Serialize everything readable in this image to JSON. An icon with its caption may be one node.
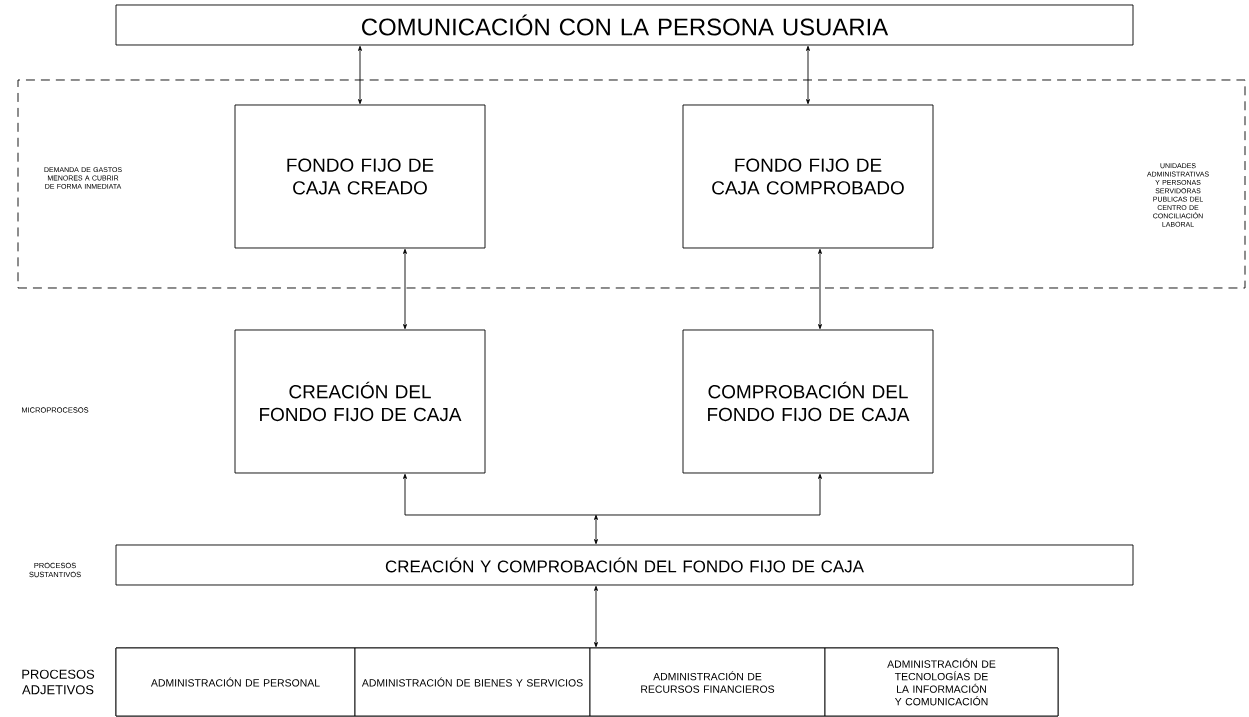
{
  "diagram": {
    "nodes": [
      {
        "text": [
          "COMUNICACIÓN CON LA PERSONA USUARIA"
        ]
      },
      {
        "text": [
          "DEMANDA DE GASTOS MENORES A CUBRIR DE FORMA INMEDIATA",
          "UNIDADES ADMINISTRATIVAS Y PERSONAS SERVIDORAS PUBLICAS DEL CENTRO DE CONCILIACIÓN LABORAL"
        ]
      },
      {
        "text": [
          "FONDO FIJO DE CAJA CREADO"
        ],
        "in": 1
      },
      {
        "text": [
          "FONDO FIJO DE CAJA COMPROBADO"
        ],
        "in": 1
      },
      {
        "text": [
          "CREACIÓN DEL FONDO FIJO DE CAJA"
        ]
      },
      {
        "text": [
          "COMPROBACIÓN DEL FONDO FIJO DE CAJA"
        ]
      },
      {
        "text": [
          "CREACIÓN Y COMPROBACIÓN DEL FONDO FIJO DE CAJA"
        ]
      },
      {
        "text": [],
        "shape": "box"
      },
      {
        "text": [
          "ADMINISTRACIÓN DE PERSONAL"
        ],
        "in": 7
      },
      {
        "text": [
          "ADMINISTRACIÓN DE BIENES Y SERVICIOS"
        ],
        "in": 7
      },
      {
        "text": [
          "ADMINISTRACIÓN DE RECURSOS FINANCIEROS"
        ],
        "in": 7
      },
      {
        "text": [
          "ADMINISTRACIÓN DE TECNOLOGÍAS DE LA INFORMACIÓN Y COMUNICACIÓN"
        ],
        "in": 7
      }
    ],
    "edges": [
      {
        "from": 0,
        "to": 2,
        "arrow": "both"
      },
      {
        "from": 0,
        "to": 3,
        "arrow": "both"
      },
      {
        "from": 2,
        "to": 4,
        "arrow": "both"
      },
      {
        "from": 3,
        "to": 5,
        "arrow": "both"
      },
      {
        "from": 6,
        "to": 4,
        "arrow": "both"
      },
      {
        "from": 6,
        "to": 5,
        "arrow": "both"
      },
      {
        "from": 6,
        "to": 7,
        "arrow": "both"
      }
    ],
    "labels": [
      "MICROPROCESOS",
      "PROCESOS SUSTANTIVOS",
      "PROCESOS ADJETIVOS"
    ]
  }
}
